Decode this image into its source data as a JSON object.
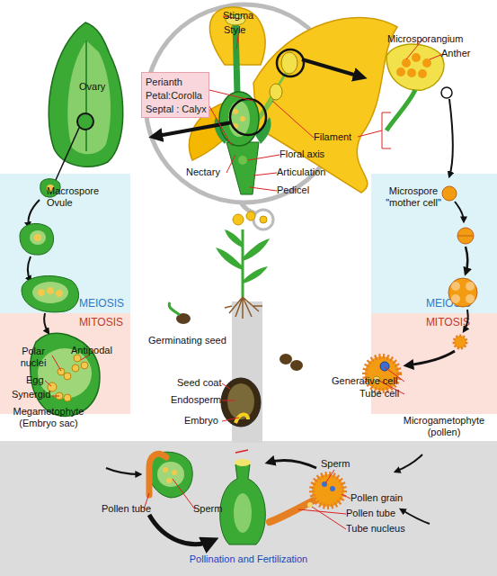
{
  "diagram": {
    "nodes": [
      {
        "text": [
          "Perianth Petal:Corolla Septal : Calyx"
        ]
      },
      {
        "text": [
          "MEIOSIS"
        ]
      },
      {
        "text": [
          "MITOSIS"
        ]
      },
      {
        "text": [
          "MEIOSIS"
        ]
      },
      {
        "text": [
          "MITOSIS"
        ]
      },
      {
        "text": [
          "Pollination and Fertilization"
        ]
      }
    ],
    "labels": [
      "Stigma",
      "Style",
      "Microsporangium",
      "Anther",
      "Ovary",
      "Filament",
      "Floral axis",
      "Nectary",
      "Articulation",
      "Pedicel",
      "Macrospore",
      "Ovule",
      "Microspore \"mother cell\"",
      "Germinating seed",
      "Antipodal",
      "Polar nuclei",
      "Egg",
      "Synergid",
      "Megametophyte (Embryo sac)",
      "Seed coat",
      "Endosperm",
      "Embryo",
      "Generative cell",
      "Tube cell",
      "Microgametophyte (pollen)",
      "Sperm",
      "Pollen tube",
      "Sperm",
      "Pollen grain",
      "Pollen tube",
      "Tube nucleus"
    ]
  }
}
